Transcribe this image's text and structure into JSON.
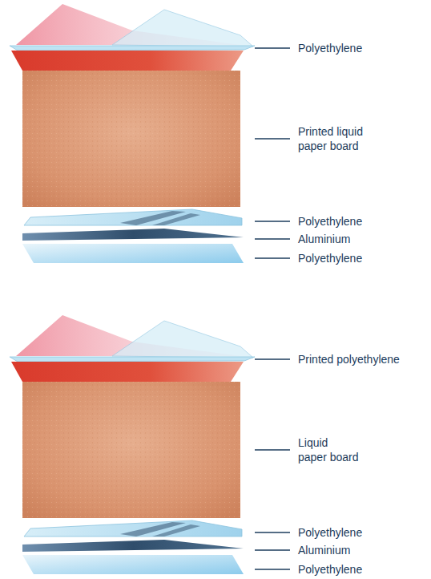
{
  "diagram": {
    "labels": [
      "Polyethylene",
      "Printed liquid paper board",
      "Polyethylene",
      "Aluminium",
      "Polyethylene",
      "Printed polyethylene",
      "Liquid paper board",
      "Polyethylene",
      "Aluminium",
      "Polyethylene"
    ]
  }
}
